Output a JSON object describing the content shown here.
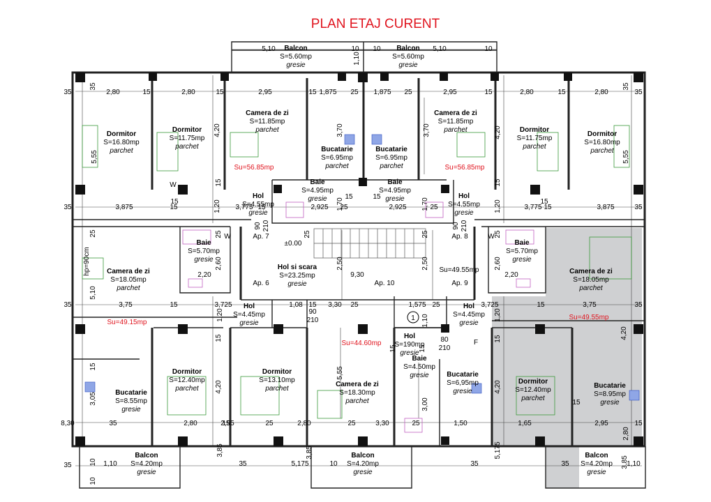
{
  "title": "PLAN ETAJ CURENT",
  "rooms": [
    {
      "name": "Balcon",
      "area": "S=5.60mp",
      "finish": "gresie"
    },
    {
      "name": "Balcon",
      "area": "S=5.60mp",
      "finish": "gresie"
    },
    {
      "name": "Dormitor",
      "area": "S=16.80mp",
      "finish": "parchet"
    },
    {
      "name": "Dormitor",
      "area": "S=11.75mp",
      "finish": "parchet"
    },
    {
      "name": "Camera de zi",
      "area": "S=11.85mp",
      "finish": "parchet"
    },
    {
      "name": "Bucatarie",
      "area": "S=6.95mp",
      "finish": "parchet"
    },
    {
      "name": "Bucatarie",
      "area": "S=6.95mp",
      "finish": "parchet"
    },
    {
      "name": "Camera de zi",
      "area": "S=11.85mp",
      "finish": "parchet"
    },
    {
      "name": "Dormitor",
      "area": "S=11.75mp",
      "finish": "parchet"
    },
    {
      "name": "Dormitor",
      "area": "S=16.80mp",
      "finish": "parchet"
    },
    {
      "name": "Baie",
      "area": "S=4.95mp",
      "finish": "gresie"
    },
    {
      "name": "Baie",
      "area": "S=4.95mp",
      "finish": "gresie"
    },
    {
      "name": "Hol",
      "area": "S=4.55mp",
      "finish": "gresie"
    },
    {
      "name": "Hol",
      "area": "S=4.55mp",
      "finish": "gresie"
    },
    {
      "name": "Baie",
      "area": "S=5.70mp",
      "finish": "gresie"
    },
    {
      "name": "Baie",
      "area": "S=5.70mp",
      "finish": "gresie"
    },
    {
      "name": "Camera de zi",
      "area": "S=18.05mp",
      "finish": "parchet"
    },
    {
      "name": "Camera de zi",
      "area": "S=18.05mp",
      "finish": "parchet"
    },
    {
      "name": "Hol si scara",
      "area": "S=23.25mp",
      "finish": "gresie"
    },
    {
      "name": "Hol",
      "area": "S=4.45mp",
      "finish": "gresie"
    },
    {
      "name": "Hol",
      "area": "S=4.45mp",
      "finish": "gresie"
    },
    {
      "name": "Hol",
      "area": "S=190mp",
      "finish": "gresie"
    },
    {
      "name": "Dormitor",
      "area": "S=12.40mp",
      "finish": "parchet"
    },
    {
      "name": "Dormitor",
      "area": "S=13.10mp",
      "finish": "parchet"
    },
    {
      "name": "Camera de zi",
      "area": "S=18.30mp",
      "finish": "parchet"
    },
    {
      "name": "Baie",
      "area": "S=4.50mp",
      "finish": "gresie"
    },
    {
      "name": "Bucatarie",
      "area": "S=6,95mp",
      "finish": "gresie"
    },
    {
      "name": "Dormitor",
      "area": "S=12.40mp",
      "finish": "parchet"
    },
    {
      "name": "Bucatarie",
      "area": "S=8.55mp",
      "finish": "gresie"
    },
    {
      "name": "Bucatarie",
      "area": "S=8.95mp",
      "finish": "gresie"
    },
    {
      "name": "Balcon",
      "area": "S=4.20mp",
      "finish": "gresie"
    },
    {
      "name": "Balcon",
      "area": "S=4.20mp",
      "finish": "gresie"
    },
    {
      "name": "Balcon",
      "area": "S=4.20mp",
      "finish": "gresie"
    }
  ],
  "useful_areas": [
    "Su=56.85mp",
    "Su=56.85mp",
    "Su=49.15mp",
    "Su=44.60mp",
    "Su=49.55mp",
    "Su=49.55mp"
  ],
  "apartments": [
    "Ap. 6",
    "Ap. 7",
    "Ap. 8",
    "Ap. 9",
    "Ap. 10"
  ],
  "labels": {
    "hp": "hp=90cm",
    "level": "±0.00",
    "circle": "1",
    "w": "W",
    "f": "F"
  },
  "dims": [
    "5,10",
    "10",
    "1,10",
    "10",
    "5,10",
    "10",
    "35",
    "35",
    "2,80",
    "15",
    "2,80",
    "15",
    "2,95",
    "15",
    "1,875",
    "25",
    "1,875",
    "25",
    "2,95",
    "15",
    "2,80",
    "15",
    "2,80",
    "35",
    "35",
    "4,20",
    "5,55",
    "3,70",
    "3,70",
    "4,20",
    "5,55",
    "15",
    "15",
    "15",
    "15",
    "15",
    "15",
    "35",
    "3,875",
    "15",
    "1,20",
    "3,775",
    "15",
    "2,925",
    "25",
    "2,925",
    "25",
    "1,20",
    "3,775",
    "15",
    "3,875",
    "35",
    "1,70",
    "1,70",
    "90",
    "210",
    "90",
    "210",
    "25",
    "25",
    "25",
    "25",
    "25",
    "2,60",
    "2,60",
    "2,20",
    "2,20",
    "2,50",
    "2,50",
    "9,30",
    "5,10",
    "35",
    "3,75",
    "15",
    "3,725",
    "1,20",
    "1,08",
    "15",
    "3,30",
    "25",
    "1,575",
    "25",
    "3,725",
    "1,20",
    "3,75",
    "15",
    "35",
    "90",
    "210",
    "1,10",
    "80",
    "210",
    "15",
    "15",
    "15",
    "15",
    "15",
    "15",
    "15",
    "4,20",
    "4,20",
    "5,55",
    "3,05",
    "3,00",
    "4,20",
    "8,30",
    "35",
    "2,80",
    "2,95",
    "25",
    "2,80",
    "25",
    "3,30",
    "25",
    "1,50",
    "1,65",
    "2,95",
    "2,80",
    "15",
    "35",
    "10",
    "1,10",
    "3,85",
    "35",
    "5,175",
    "10",
    "3,85",
    "35",
    "5,175",
    "35",
    "3,85",
    "1,10",
    "10",
    "10"
  ]
}
